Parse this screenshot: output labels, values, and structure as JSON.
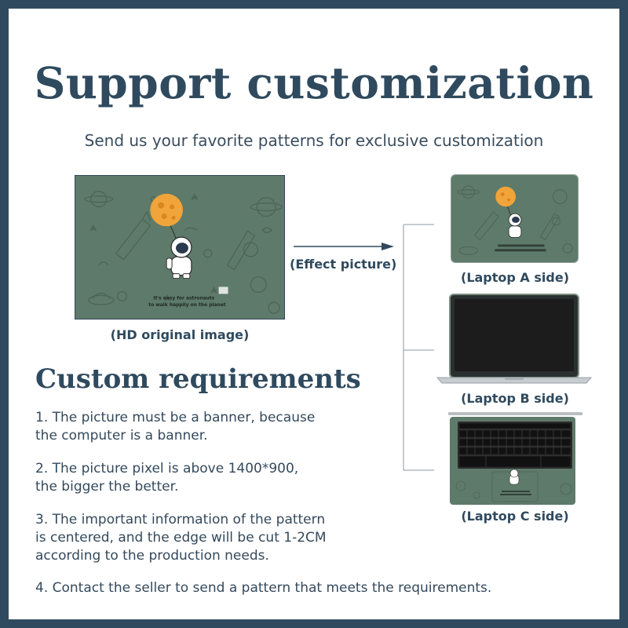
{
  "title": "Support customization",
  "subtitle": "Send us your favorite patterns for exclusive customization",
  "original_image": {
    "caption": "(HD original image)",
    "text_line1": "It's easy for astronauts",
    "text_line2": "to walk happily on the planet"
  },
  "effect_label": "(Effect picture)",
  "laptops": {
    "a_label": "(Laptop A side)",
    "b_label": "(Laptop B side)",
    "c_label": "(Laptop C side)"
  },
  "requirements": {
    "heading": "Custom requirements",
    "items": [
      {
        "line1": "1. The picture must be a banner, because",
        "line2": "the computer is a banner."
      },
      {
        "line1": "2. The picture pixel is above 1400*900,",
        "line2": "the bigger the better."
      },
      {
        "line1": "3. The important information of the pattern",
        "line2": "is centered, and the edge will be cut 1-2CM",
        "line3": "according to the production needs."
      },
      {
        "line1": "4. Contact the seller to send a pattern that meets the requirements."
      }
    ]
  },
  "colors": {
    "frame": "#2f4a5e",
    "pattern_green": "#5e7a6a",
    "doodle": "#4d6657",
    "moon": "#f0a43a",
    "screen": "#1c1c1c"
  }
}
